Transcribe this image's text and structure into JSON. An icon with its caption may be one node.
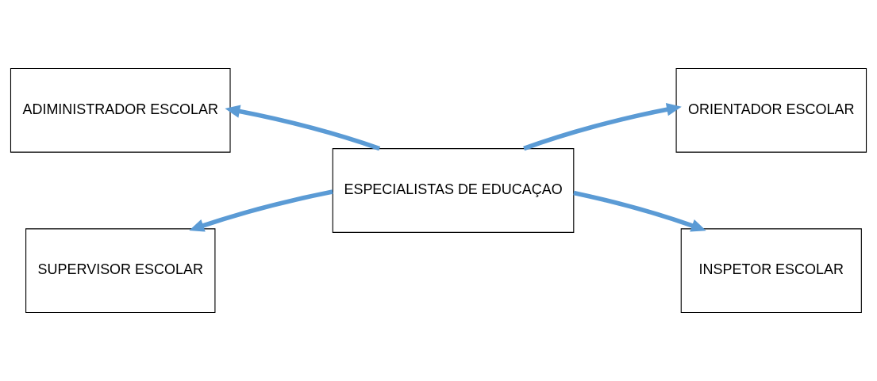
{
  "diagram": {
    "nodes": [
      {
        "text": [
          "ADIMINISTRADOR ESCOLAR"
        ]
      },
      {
        "text": [
          "ORIENTADOR ESCOLAR"
        ]
      },
      {
        "text": [
          "ESPECIALISTAS DE EDUCAÇAO"
        ]
      },
      {
        "text": [
          "SUPERVISOR ESCOLAR"
        ]
      },
      {
        "text": [
          "INSPETOR ESCOLAR"
        ]
      }
    ],
    "edges": [
      {
        "from": 2,
        "to": 0,
        "arrow": "to"
      },
      {
        "from": 2,
        "to": 1,
        "arrow": "to"
      },
      {
        "from": 2,
        "to": 3,
        "arrow": "to"
      },
      {
        "from": 2,
        "to": 4,
        "arrow": "to"
      }
    ]
  }
}
